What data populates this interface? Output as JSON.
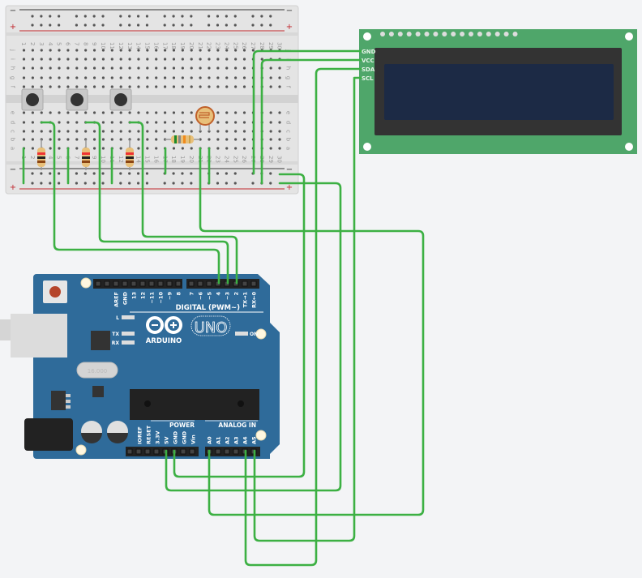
{
  "breadboard": {
    "columns": 30,
    "row_letters_top": [
      "j",
      "i",
      "h",
      "g",
      "f"
    ],
    "row_letters_bottom": [
      "e",
      "d",
      "c",
      "b",
      "a"
    ],
    "rail_minus": "−",
    "rail_plus": "+"
  },
  "lcd": {
    "pins": [
      "GND",
      "VCC",
      "SDA",
      "SCL"
    ],
    "board_color": "#4fa66a",
    "screen_color": "#1c2a45"
  },
  "arduino": {
    "brand": "ARDUINO",
    "model": "UNO",
    "digital_label": "DIGITAL (PWM~)",
    "digital_pins_left": [
      "AREF",
      "GND",
      "13",
      "12",
      "~11",
      "~10",
      "~9",
      "8"
    ],
    "digital_pins_right": [
      "7",
      "~6",
      "~5",
      "4",
      "~3",
      "2",
      "TX→1",
      "RX←0"
    ],
    "power_label": "POWER",
    "power_pins": [
      "IOREF",
      "RESET",
      "3.3V",
      "5V",
      "GND",
      "GND",
      "Vin"
    ],
    "analog_label": "ANALOG IN",
    "analog_pins": [
      "A0",
      "A1",
      "A2",
      "A3",
      "A4",
      "A5"
    ],
    "led_l": "L",
    "led_tx": "TX",
    "led_rx": "RX",
    "led_on": "ON",
    "crystal": "16.000",
    "board_color": "#2f6b9a"
  },
  "wire_color": "#3cb043"
}
